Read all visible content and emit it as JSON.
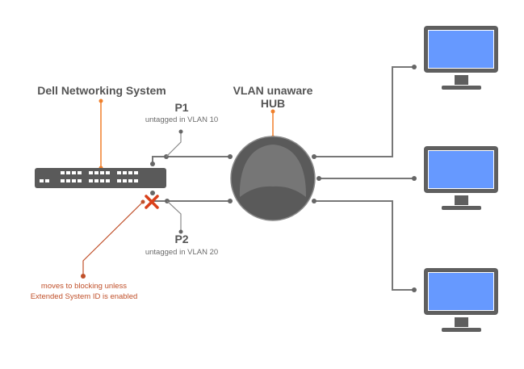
{
  "diagram": {
    "switch": {
      "label": "Dell Networking System",
      "icon": "network-switch-icon"
    },
    "hub": {
      "label_line1": "VLAN unaware",
      "label_line2": "HUB",
      "icon": "hub-icon"
    },
    "ports": [
      {
        "name": "P1",
        "description": "untagged in VLAN 10",
        "state": "forwarding"
      },
      {
        "name": "P2",
        "description": "untagged in VLAN 20",
        "state": "blocked"
      }
    ],
    "note": {
      "line1": "moves to blocking unless",
      "line2": "Extended System ID is enabled"
    },
    "endpoints": [
      {
        "icon": "monitor-icon"
      },
      {
        "icon": "monitor-icon"
      },
      {
        "icon": "monitor-icon"
      }
    ],
    "colors": {
      "device_gray": "#5a5a5a",
      "wire_gray": "#777777",
      "accent_orange": "#f07f2a",
      "note_red": "#c0502a",
      "block_red": "#d9401a",
      "screen_blue": "#6699ff"
    }
  }
}
